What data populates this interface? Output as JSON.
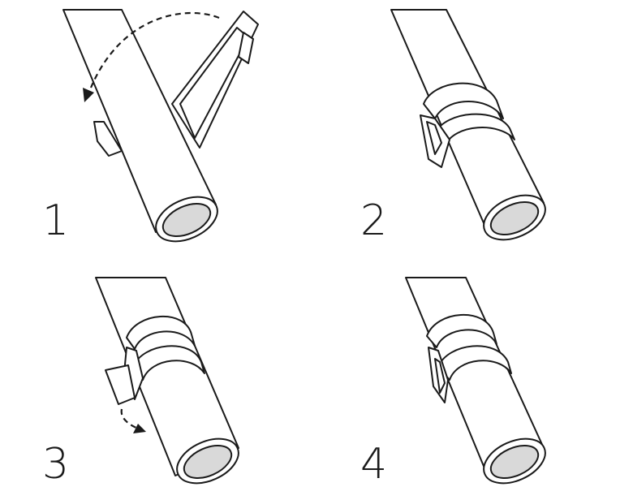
{
  "steps": [
    {
      "number": "1"
    },
    {
      "number": "2"
    },
    {
      "number": "3"
    },
    {
      "number": "4"
    }
  ],
  "colors": {
    "line": "#1a1a1a",
    "tube_fill": "#ffffff",
    "tube_opening": "#d9d9d9",
    "background": "#ffffff"
  }
}
